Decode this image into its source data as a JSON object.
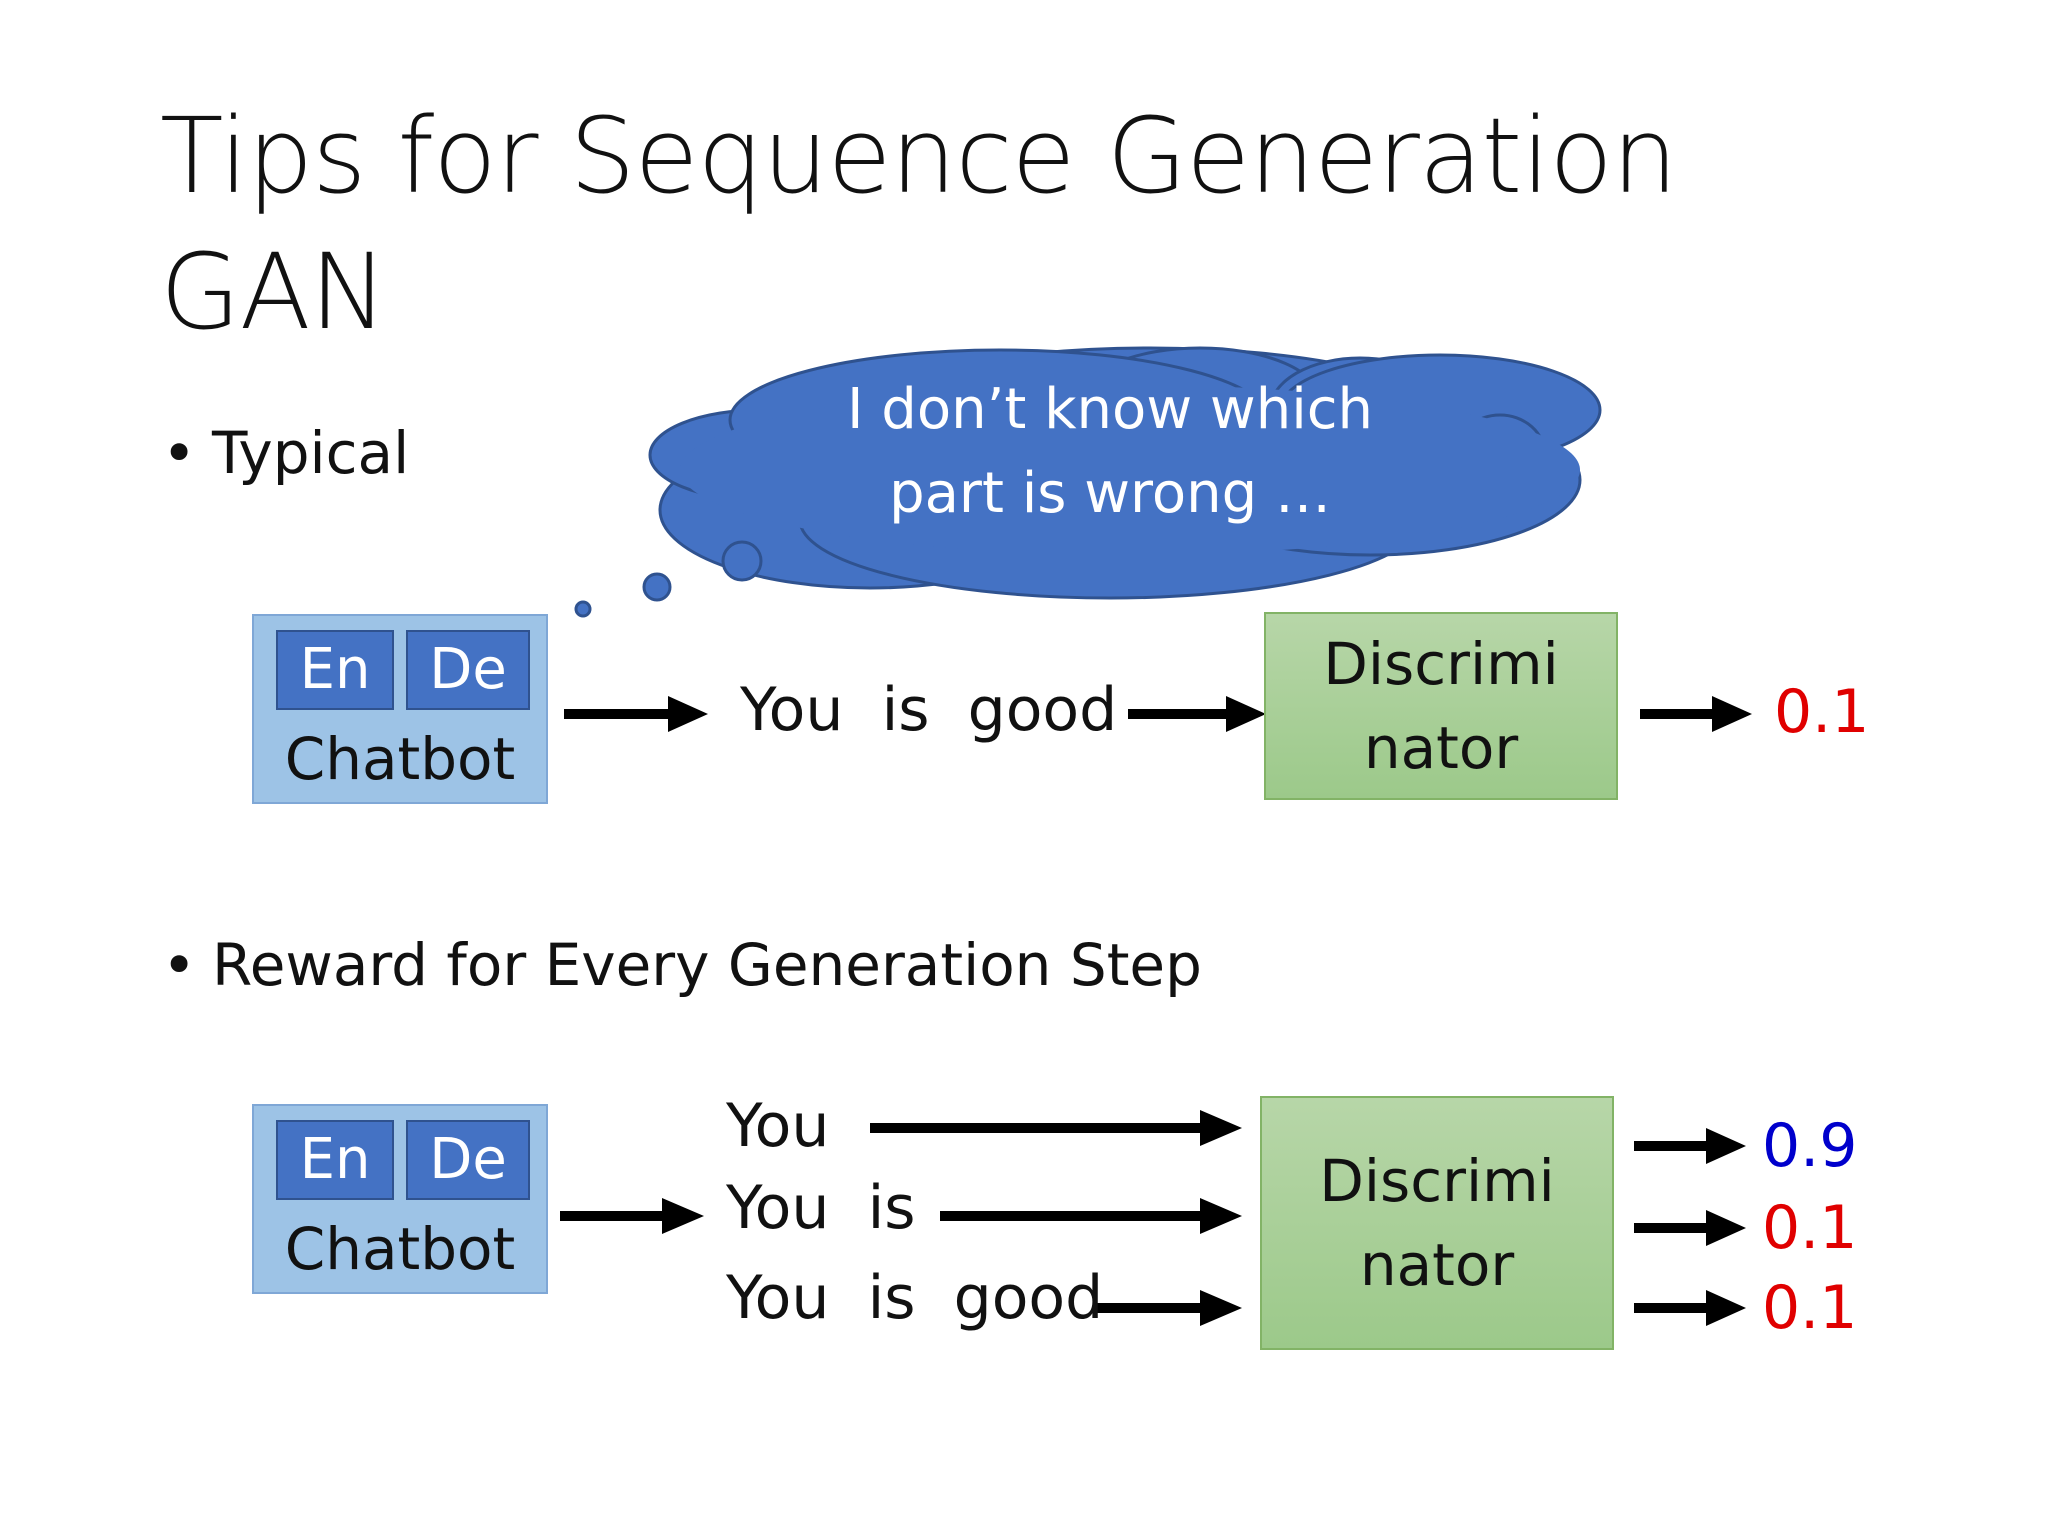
{
  "title": {
    "line1": "Tips for Sequence Generation",
    "line2": "GAN"
  },
  "bullets": {
    "typical": "Typical",
    "reward": "Reward for Every Generation Step"
  },
  "thought_cloud": {
    "line1": "I don’t know which",
    "line2": "part is wrong …"
  },
  "typical_diagram": {
    "chatbot": {
      "en": "En",
      "de": "De",
      "label": "Chatbot"
    },
    "sequence": "You  is  good",
    "discriminator": {
      "line1": "Discrimi",
      "line2": "nator"
    },
    "score": "0.1"
  },
  "reward_diagram": {
    "chatbot": {
      "en": "En",
      "de": "De",
      "label": "Chatbot"
    },
    "sequences": [
      "You",
      "You  is",
      "You  is  good"
    ],
    "discriminator": {
      "line1": "Discrimi",
      "line2": "nator"
    },
    "scores": [
      "0.9",
      "0.1",
      "0.1"
    ]
  },
  "colors": {
    "cloud_fill": "#4472c4",
    "chatbot_fill": "#9dc3e6",
    "encoder_decoder_fill": "#4472c4",
    "discriminator_fill": "#a9d18e",
    "score_high": "#0000cc",
    "score_low": "#e00000"
  }
}
